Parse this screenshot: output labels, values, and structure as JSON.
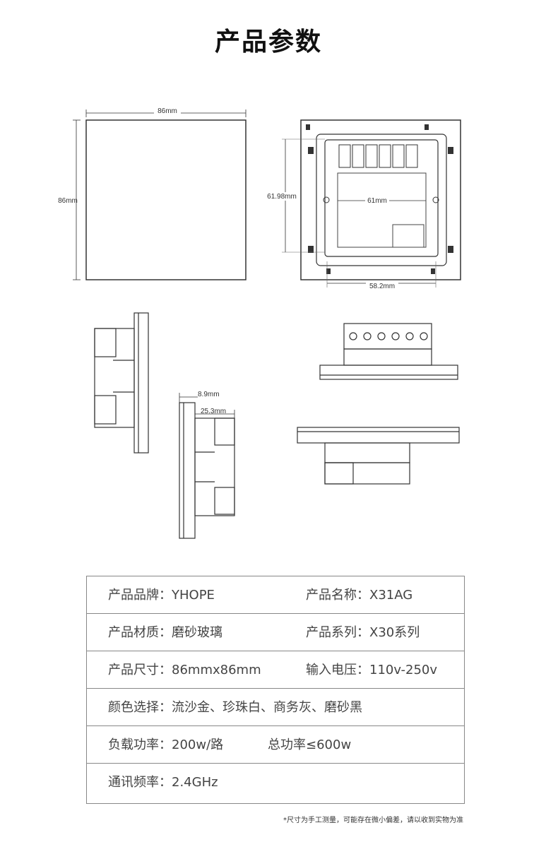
{
  "title": "产品参数",
  "dimensions": {
    "front_width": "86mm",
    "front_height": "86mm",
    "back_height": "61.98mm",
    "back_inner_width": "61mm",
    "back_bottom_width": "58.2mm",
    "side_panel_depth": "8.9mm",
    "side_total_depth": "25.3mm"
  },
  "specs": [
    {
      "left": "产品品牌：YHOPE",
      "right": "产品名称：X31AG"
    },
    {
      "left": "产品材质：磨砂玻璃",
      "right": "产品系列：X30系列"
    },
    {
      "left": "产品尺寸：86mmx86mm",
      "right": "输入电压：110v-250v"
    },
    {
      "left": "颜色选择：流沙金、珍珠白、商务灰、磨砂黑",
      "right": ""
    },
    {
      "left": "负载功率：200w/路",
      "right": "总功率≤600w"
    },
    {
      "left": "通讯频率：2.4GHz",
      "right": ""
    }
  ],
  "note": "*尺寸为手工测量，可能存在微小偏差，请以收到实物为准"
}
